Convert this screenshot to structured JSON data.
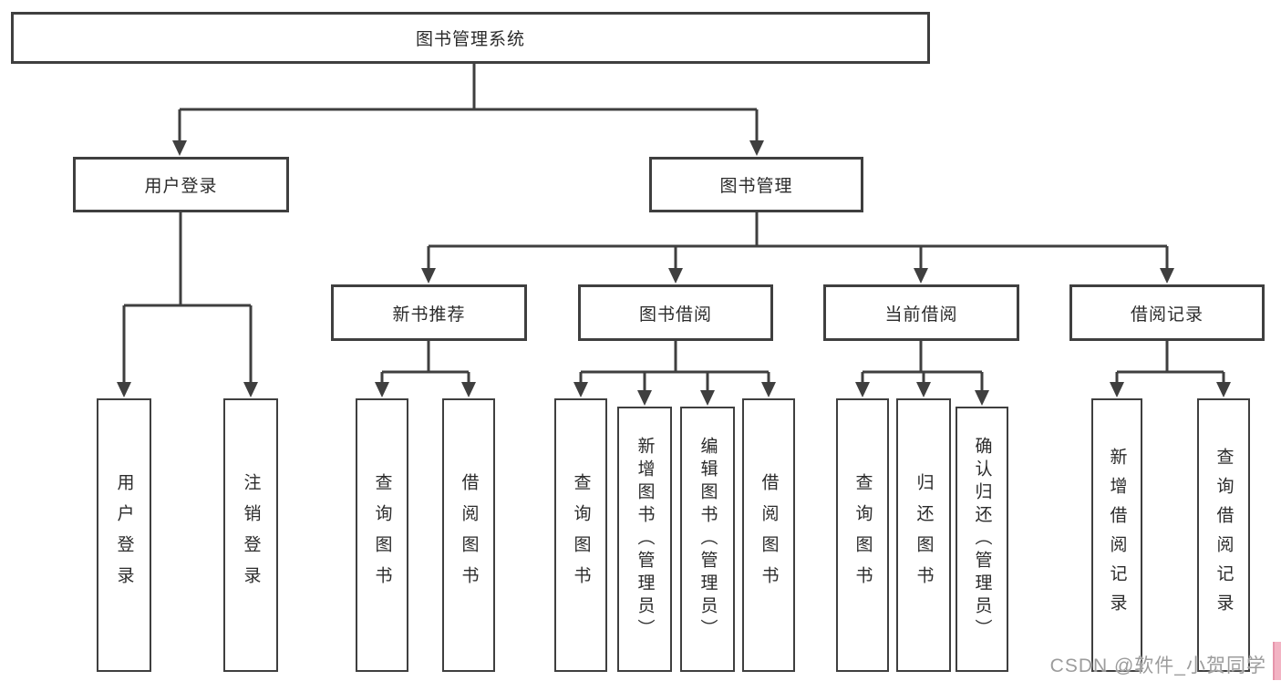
{
  "diagram": {
    "root": {
      "label": "图书管理系统"
    },
    "branches": [
      {
        "label": "用户登录",
        "leaves": [
          {
            "label": "用户登录"
          },
          {
            "label": "注销登录"
          }
        ]
      },
      {
        "label": "图书管理",
        "groups": [
          {
            "label": "新书推荐",
            "leaves": [
              {
                "label": "查询图书"
              },
              {
                "label": "借阅图书"
              }
            ]
          },
          {
            "label": "图书借阅",
            "leaves": [
              {
                "label": "查询图书"
              },
              {
                "label": "新增图书（管理员）"
              },
              {
                "label": "编辑图书（管理员）"
              },
              {
                "label": "借阅图书"
              }
            ]
          },
          {
            "label": "当前借阅",
            "leaves": [
              {
                "label": "查询图书"
              },
              {
                "label": "归还图书"
              },
              {
                "label": "确认归还（管理员）"
              }
            ]
          },
          {
            "label": "借阅记录",
            "leaves": [
              {
                "label": "新增借阅记录"
              },
              {
                "label": "查询借阅记录"
              }
            ]
          }
        ]
      }
    ]
  },
  "watermark": {
    "text": "CSDN @软件_小贺同学"
  },
  "colors": {
    "line": "#3f3f3f",
    "box_border": "#3f3f3f",
    "text": "#2b2b2b",
    "background": "#ffffff",
    "watermark_text": "#9c9c9c",
    "corner_fragment": "#f2b3c3"
  }
}
